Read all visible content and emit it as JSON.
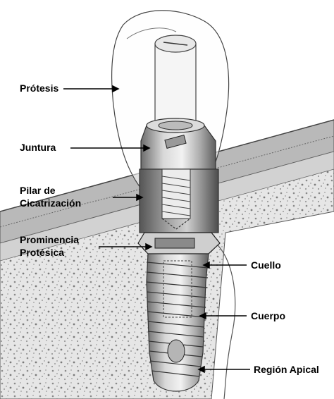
{
  "labels": {
    "protesis": "Prótesis",
    "juntura": "Juntura",
    "pilar_line1": "Pilar de",
    "pilar_line2": "Cicatrización",
    "prominencia_line1": "Prominencia",
    "prominencia_line2": "Protésica",
    "cuello": "Cuello",
    "cuerpo": "Cuerpo",
    "region_apical": "Región Apical"
  }
}
